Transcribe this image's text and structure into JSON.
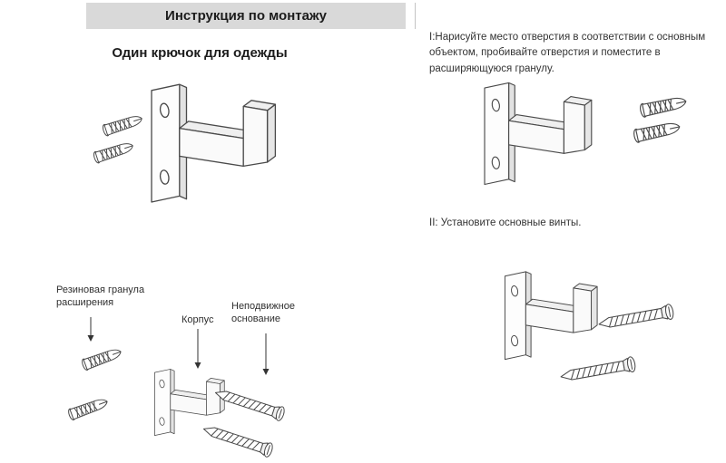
{
  "header": {
    "title": "Инструкция по монтажу"
  },
  "left_section": {
    "subtitle": "Один крючок для одежды",
    "parts_labels": {
      "expansion_anchor": "Резиновая гранула расширения",
      "body": "Корпус",
      "fixed_base": "Неподвижное основание"
    }
  },
  "right_section": {
    "step1": "I:Нарисуйте место отверстия в соответствии с основным объектом, пробивайте отверстия и поместите в расширяющуюся гранулу.",
    "step2": "II: Установите основные винты."
  },
  "icons": {
    "hook": "wall-hook-illustration",
    "anchor": "expansion-anchor-illustration",
    "screw": "screw-illustration",
    "arrow": "pointer-arrow"
  },
  "colors": {
    "header_bg": "#d9d9d9",
    "line_color": "#4a4a4a",
    "text_color": "#333333"
  }
}
